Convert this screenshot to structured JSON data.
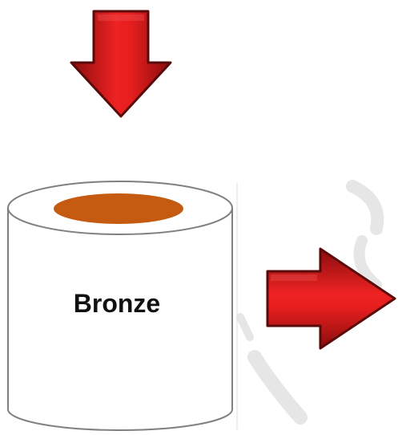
{
  "diagram": {
    "cylinder_label": "Bronze",
    "colors": {
      "arrow_light": "#ee2222",
      "arrow_dark": "#8a0d0d",
      "arrow_outline": "#5a0a0a",
      "core_fill": "#c55a11",
      "cylinder_stroke": "#808080",
      "watermark": "#e3e3e3"
    },
    "elements": {
      "input_arrow": "arrow-down",
      "output_arrow": "arrow-right"
    }
  }
}
